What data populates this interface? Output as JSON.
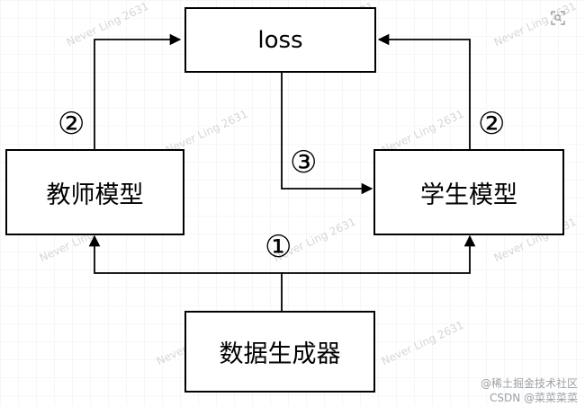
{
  "nodes": {
    "loss": "loss",
    "teacher": "教师模型",
    "student": "学生模型",
    "generator": "数据生成器"
  },
  "steps": {
    "one": "①",
    "two_left": "②",
    "two_right": "②",
    "three": "③"
  },
  "watermark": {
    "repeat": "Never Ling 2631",
    "corner_line1": "@稀土掘金技术社区",
    "corner_line2": "CSDN @菜菜菜菜"
  },
  "icons": {
    "corner_toolbar": "scan-search-icon"
  }
}
